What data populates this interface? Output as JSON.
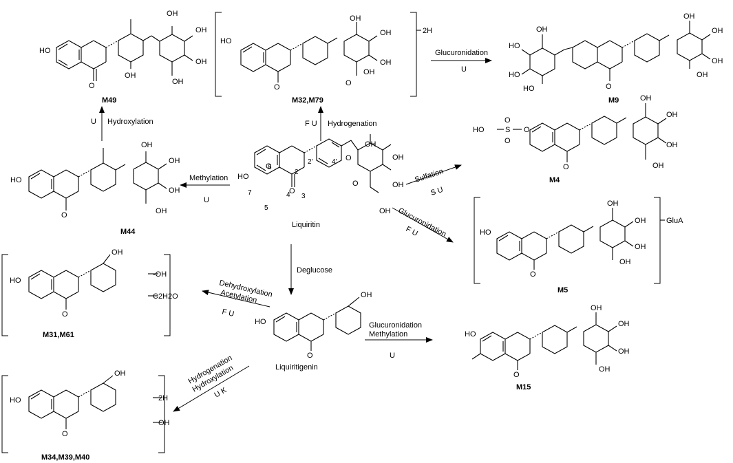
{
  "compounds": {
    "M49": "M49",
    "M32_M79": "M32,M79",
    "M9": "M9",
    "M44": "M44",
    "liquiritin": "Liquiritin",
    "M4": "M4",
    "M5": "M5",
    "M31_M61": "M31,M61",
    "liquiritigenin": "Liquiritigenin",
    "M15": "M15",
    "M34_M39_M40": "M34,M39,M40"
  },
  "reactions": {
    "hydroxylation_up": {
      "name": "Hydroxylation",
      "cond": "U"
    },
    "hydrogenation_up": {
      "name": "Hydrogenation",
      "cond": "F U"
    },
    "glucuronidation_right": {
      "name": "Glucuronidation",
      "cond": "U"
    },
    "methylation_left": {
      "name": "Methylation",
      "cond": "U"
    },
    "sulfation": {
      "name": "Sulfation",
      "cond": "S U"
    },
    "glucuronidation_diag": {
      "name": "Glucuronidation",
      "cond": "F U"
    },
    "deglucose": {
      "name": "Deglucose"
    },
    "dehydroxylation": {
      "name1": "Dehydroxylation",
      "name2": "Acetylation",
      "cond": "F U"
    },
    "glucuronidation_methylation": {
      "name1": "Glucuronidation",
      "name2": "Methylation",
      "cond": "U"
    },
    "hydrogenation_hydroxylation": {
      "name1": "Hydrogenation",
      "name2": "Hydroxylation",
      "cond": "U K"
    }
  },
  "bracket_labels": {
    "m32_2h": "2H",
    "m5_glua": "GluA",
    "m31_oh": "-OH",
    "m31_c2h2o": "C2H2O",
    "m34_2h": "2H",
    "m34_oh": "OH"
  },
  "atom_labels": {
    "OH": "OH",
    "HO": "HO",
    "O": "O",
    "S": "S"
  },
  "numbering": [
    "8",
    "2",
    "2'",
    "4'",
    "7",
    "4",
    "3",
    "5"
  ]
}
